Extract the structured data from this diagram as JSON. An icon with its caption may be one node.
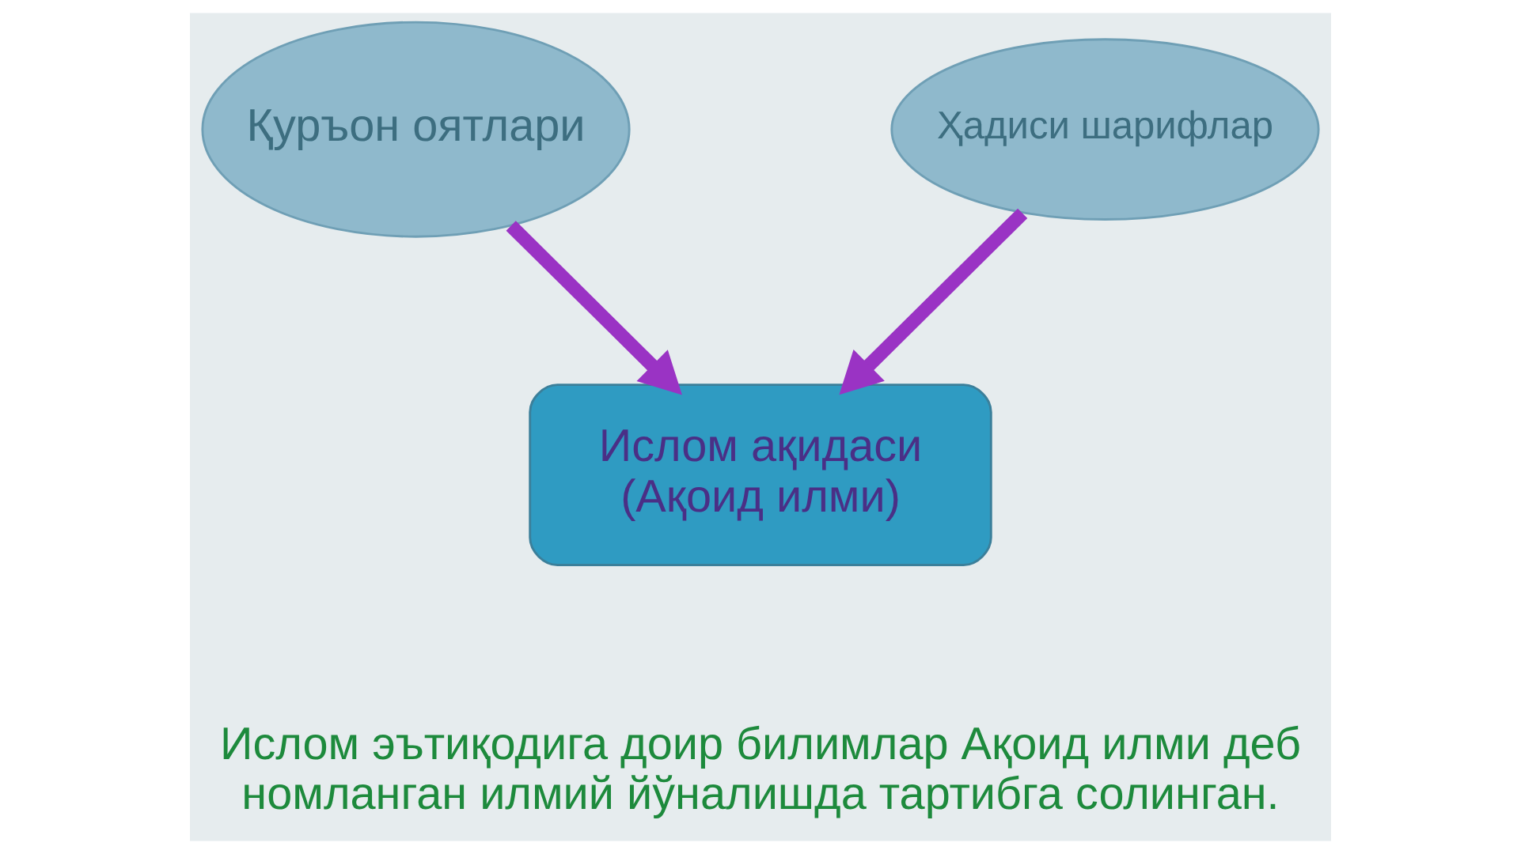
{
  "diagram": {
    "nodes": [
      {
        "text": [
          "Қуръон оятлари"
        ]
      },
      {
        "text": [
          "Ҳадиси шарифлар"
        ]
      },
      {
        "text": [
          "Ислом ақидаси (Ақоид илми)"
        ]
      }
    ],
    "edges": [
      {
        "from": 0,
        "to": 2,
        "arrow": "to"
      },
      {
        "from": 1,
        "to": 2,
        "arrow": "to"
      }
    ],
    "labels": [
      "Ислом эътиқодига доир билимлар Ақоид илми деб номланган илмий йўналишда тартибга солинган."
    ]
  }
}
